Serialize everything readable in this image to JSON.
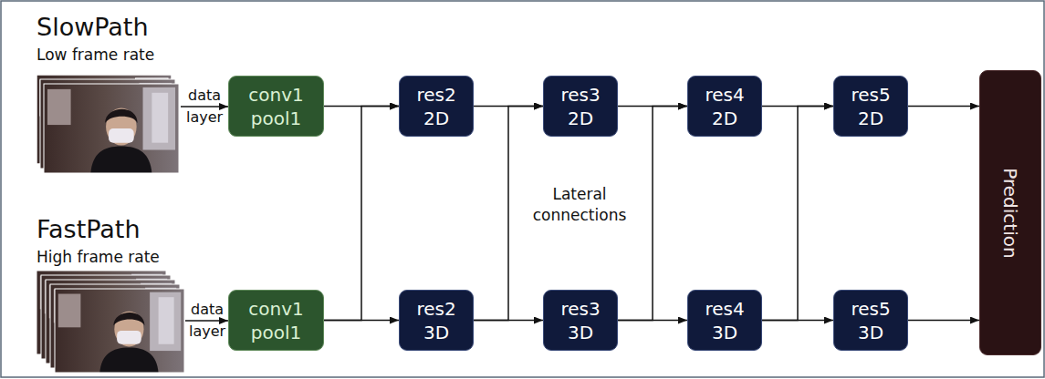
{
  "diagram": {
    "nodes": [
      {
        "text": [
          "conv1 pool1"
        ]
      },
      {
        "text": [
          "res2 2D"
        ]
      },
      {
        "text": [
          "res3 2D"
        ]
      },
      {
        "text": [
          "res4 2D"
        ]
      },
      {
        "text": [
          "res5 2D"
        ]
      },
      {
        "text": [
          "Prediction"
        ]
      },
      {
        "text": [
          "conv1 pool1"
        ]
      },
      {
        "text": [
          "res2 3D"
        ]
      },
      {
        "text": [
          "res3 3D"
        ]
      },
      {
        "text": [
          "res4 3D"
        ]
      },
      {
        "text": [
          "res5 3D"
        ]
      }
    ],
    "edges": [
      {
        "from": 0,
        "to": 1,
        "arrow": "to"
      },
      {
        "from": 1,
        "to": 2,
        "arrow": "to"
      },
      {
        "from": 2,
        "to": 3,
        "arrow": "to"
      },
      {
        "from": 3,
        "to": 4,
        "arrow": "to"
      },
      {
        "from": 4,
        "to": 5,
        "arrow": "to"
      },
      {
        "from": 6,
        "to": 7,
        "arrow": "to"
      },
      {
        "from": 7,
        "to": 8,
        "arrow": "to"
      },
      {
        "from": 8,
        "to": 9,
        "arrow": "to"
      },
      {
        "from": 9,
        "to": 10,
        "arrow": "to"
      },
      {
        "from": 10,
        "to": 5,
        "arrow": "to"
      },
      {
        "from": 6,
        "to": 1,
        "arrow": "to"
      },
      {
        "from": 7,
        "to": 2,
        "arrow": "to"
      },
      {
        "from": 8,
        "to": 3,
        "arrow": "to"
      },
      {
        "from": 9,
        "to": 4,
        "arrow": "to"
      }
    ],
    "labels": [
      "SlowPath",
      "Low frame rate",
      "data layer",
      "Lateral connections",
      "FastPath",
      "High frame rate",
      "data layer"
    ]
  }
}
